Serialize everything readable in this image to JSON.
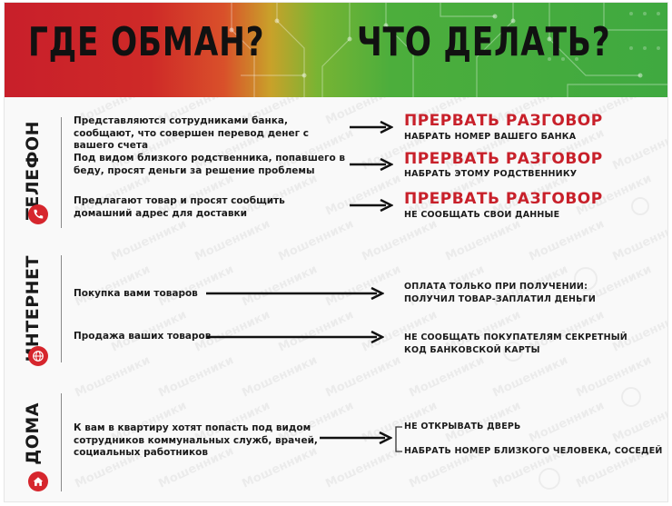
{
  "header": {
    "left_title": "ГДЕ ОБМАН?",
    "right_title": "ЧТО ДЕЛАТЬ?",
    "colors": {
      "red": "#c81f2a",
      "green": "#3fa940"
    }
  },
  "watermark_text": "Мошенники",
  "sections": {
    "phone": {
      "label": "ТЕЛЕФОН",
      "icon": "phone-icon",
      "rows": [
        {
          "desc": "Представляются сотрудниками банка,  сообщают, что совершен перевод  денег с  вашего  счета",
          "action_title": "ПРЕРВАТЬ РАЗГОВОР",
          "action_sub": "НАБРАТЬ НОМЕР ВАШЕГО БАНКА"
        },
        {
          "desc": "Под видом близкого родственника, попавшего в беду, просят деньги за решение проблемы",
          "action_title": "ПРЕРВАТЬ РАЗГОВОР",
          "action_sub": "НАБРАТЬ ЭТОМУ РОДСТВЕННИКУ"
        },
        {
          "desc": "Предлагают товар и просят сообщить домашний адрес для доставки",
          "action_title": "ПРЕРВАТЬ РАЗГОВОР",
          "action_sub": "НЕ СООБЩАТЬ СВОИ ДАННЫЕ"
        }
      ]
    },
    "internet": {
      "label": "ИНТЕРНЕТ",
      "icon": "globe-icon",
      "rows": [
        {
          "desc": "Покупка вами товаров",
          "action": "ОПЛАТА ТОЛЬКО ПРИ ПОЛУЧЕНИИ: ПОЛУЧИЛ ТОВАР-ЗАПЛАТИЛ ДЕНЬГИ"
        },
        {
          "desc": "Продажа ваших  товаров",
          "action": "НЕ СООБЩАТЬ ПОКУПАТЕЛЯМ СЕКРЕТНЫЙ КОД БАНКОВСКОЙ КАРТЫ"
        }
      ]
    },
    "home": {
      "label": "ДОМА",
      "icon": "house-icon",
      "rows": [
        {
          "desc": "К вам в квартиру хотят попасть под видом сотрудников  коммунальных служб, врачей, социальных работников",
          "action_1": "НЕ ОТКРЫВАТЬ ДВЕРЬ",
          "action_2": "НАБРАТЬ НОМЕР БЛИЗКОГО ЧЕЛОВЕКА, СОСЕДЕЙ"
        }
      ]
    }
  }
}
